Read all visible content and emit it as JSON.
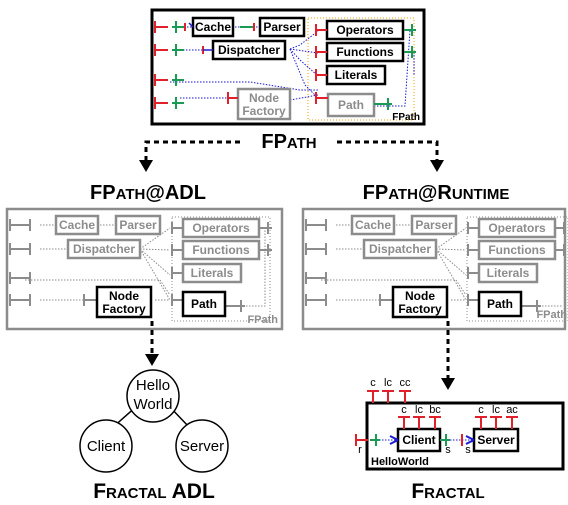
{
  "top": {
    "components": {
      "cache": "Cache",
      "parser": "Parser",
      "dispatcher": "Dispatcher",
      "operators": "Operators",
      "functions": "Functions",
      "literals": "Literals",
      "node_factory_1": "Node",
      "node_factory_2": "Factory",
      "path": "Path",
      "container": "FPath"
    },
    "caption_big": "FP",
    "caption_small": "ATH"
  },
  "adl": {
    "title_big_1": "FP",
    "title_small_1": "ATH",
    "title_big_2": "@ADL",
    "components": {
      "cache": "Cache",
      "parser": "Parser",
      "dispatcher": "Dispatcher",
      "operators": "Operators",
      "functions": "Functions",
      "literals": "Literals",
      "node_factory_1": "Node",
      "node_factory_2": "Factory",
      "path": "Path",
      "container": "FPath"
    },
    "tree": {
      "root_1": "Hello",
      "root_2": "World",
      "left": "Client",
      "right": "Server"
    },
    "caption_big_1": "F",
    "caption_small": "RACTAL",
    "caption_big_2": "ADL"
  },
  "runtime": {
    "title_big_1": "FP",
    "title_small_1": "ATH",
    "title_big_2": "@R",
    "title_small_2": "UNTIME",
    "components": {
      "cache": "Cache",
      "parser": "Parser",
      "dispatcher": "Dispatcher",
      "operators": "Operators",
      "functions": "Functions",
      "literals": "Literals",
      "node_factory_1": "Node",
      "node_factory_2": "Factory",
      "path": "Path",
      "container": "FPath"
    },
    "fractal": {
      "outer_itf": [
        "c",
        "lc",
        "cc"
      ],
      "client_itf": [
        "c",
        "lc",
        "bc"
      ],
      "server_itf": [
        "c",
        "lc",
        "ac"
      ],
      "client": "Client",
      "server": "Server",
      "composite": "HelloWorld",
      "r_left": "r",
      "s_mid": "s",
      "s_right": "s"
    },
    "caption_big": "F",
    "caption_small": "RACTAL"
  },
  "colors": {
    "red": "#e0202a",
    "green": "#1a9a55",
    "blue": "#1a1ad0",
    "orange": "#f0a000",
    "gray": "#8c8c8c"
  }
}
